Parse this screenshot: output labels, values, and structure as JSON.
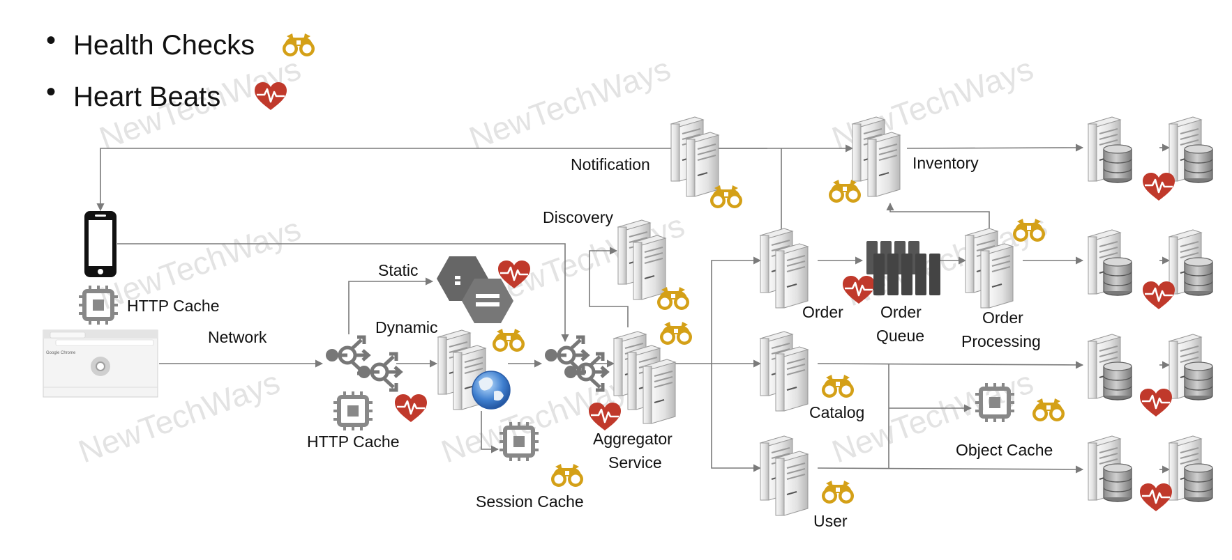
{
  "legend": {
    "bullet": "•",
    "health_checks": "Health Checks",
    "heart_beats": "Heart Beats",
    "health_check_icon": "binoculars-icon",
    "heart_beat_icon": "heart-pulse-icon"
  },
  "watermark": "NewTechWays",
  "labels": {
    "notification": "Notification",
    "inventory": "Inventory",
    "discovery": "Discovery",
    "http_cache_client": "HTTP Cache",
    "network": "Network",
    "static": "Static",
    "dynamic": "Dynamic",
    "http_cache_edge": "HTTP Cache",
    "aggregator_line1": "Aggregator",
    "aggregator_line2": "Service",
    "session_cache": "Session Cache",
    "order": "Order",
    "order_queue_line1": "Order",
    "order_queue_line2": "Queue",
    "order_processing_line1": "Order",
    "order_processing_line2": "Processing",
    "catalog": "Catalog",
    "object_cache": "Object Cache",
    "user": "User"
  },
  "browser": {
    "app_name": "Google Chrome"
  },
  "colors": {
    "health_check": "#D4A017",
    "heart_beat": "#C0392B",
    "server": "#E6E6E6",
    "chip": "#808080",
    "connector": "#7A7A7A"
  }
}
